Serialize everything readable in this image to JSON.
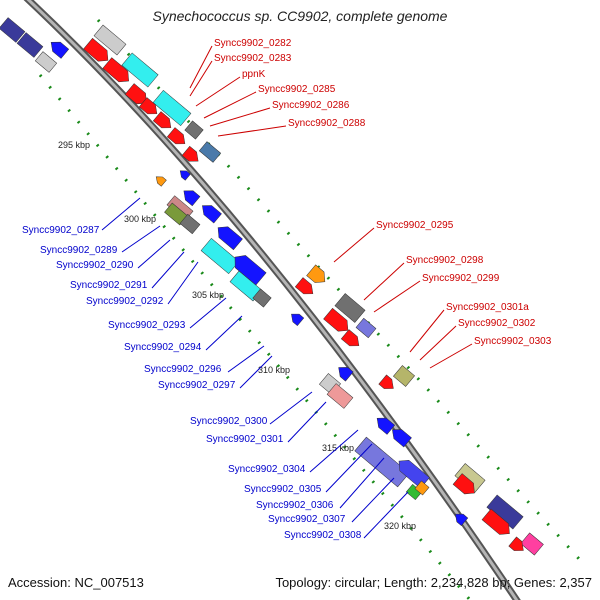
{
  "title": "Synechococcus sp. CC9902, complete genome",
  "footer": {
    "accession": "Accession: NC_007513",
    "topology": "Topology: circular; Length: 2,234,828 bp; Genes: 2,357"
  },
  "colors": {
    "forward_label": "#cc0000",
    "reverse_label": "#0000cc",
    "backbone": "#888888",
    "tick": "#1a8a1a"
  },
  "scale_labels": [
    "295 kbp",
    "300 kbp",
    "305 kbp",
    "310 kbp",
    "315 kbp",
    "320 kbp"
  ],
  "forward_genes": [
    "Syncc9902_0282",
    "Syncc9902_0283",
    "ppnK",
    "Syncc9902_0285",
    "Syncc9902_0286",
    "Syncc9902_0288",
    "Syncc9902_0295",
    "Syncc9902_0298",
    "Syncc9902_0299",
    "Syncc9902_0301a",
    "Syncc9902_0302",
    "Syncc9902_0303"
  ],
  "reverse_genes": [
    "Syncc9902_0287",
    "Syncc9902_0289",
    "Syncc9902_0290",
    "Syncc9902_0291",
    "Syncc9902_0292",
    "Syncc9902_0293",
    "Syncc9902_0294",
    "Syncc9902_0296",
    "Syncc9902_0297",
    "Syncc9902_0300",
    "Syncc9902_0301",
    "Syncc9902_0304",
    "Syncc9902_0305",
    "Syncc9902_0306",
    "Syncc9902_0307",
    "Syncc9902_0308"
  ]
}
